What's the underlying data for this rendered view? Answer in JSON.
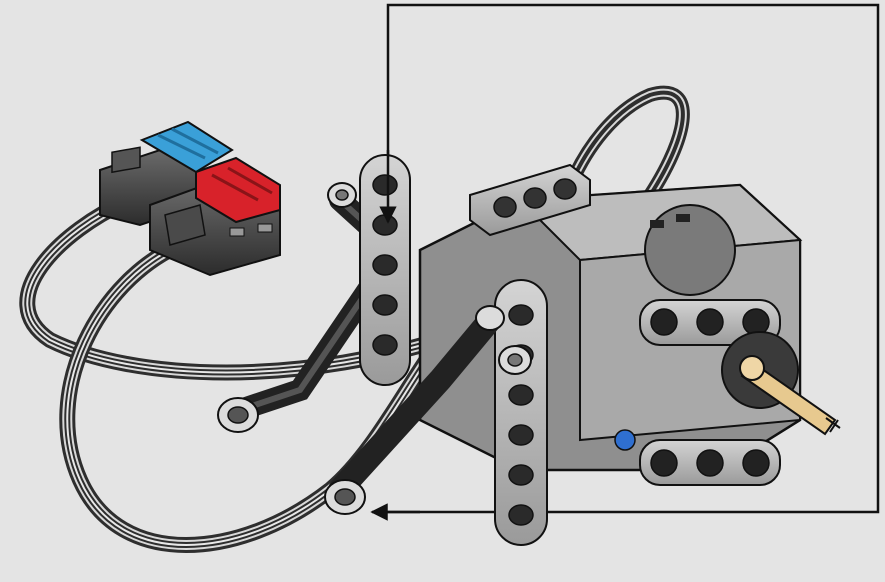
{
  "figure": {
    "background": "#e4e4e4",
    "colors": {
      "cable": "#2e2e2e",
      "cable_stripe": "#d8d8d8",
      "connector_dark": "#3a3a3a",
      "connector_light": "#5a5a5a",
      "connector_blue": "#3aa0d8",
      "connector_red": "#d8222a",
      "beam_light": "#c9c9c9",
      "beam_mid": "#8a8a8a",
      "beam_dark": "#222222",
      "axle_tan": "#e7c98f",
      "bush_blue": "#2f6fd0",
      "callout_line": "#111111"
    },
    "parts": [
      {
        "name": "cable-plugs",
        "icon": "cable-plug-icon"
      },
      {
        "name": "studless-beams",
        "icon": "beam-icon"
      },
      {
        "name": "motor-assembly",
        "icon": "motor-icon"
      },
      {
        "name": "tan-axle",
        "icon": "axle-icon"
      },
      {
        "name": "callout-arrows",
        "icon": "arrow-icon"
      }
    ]
  }
}
